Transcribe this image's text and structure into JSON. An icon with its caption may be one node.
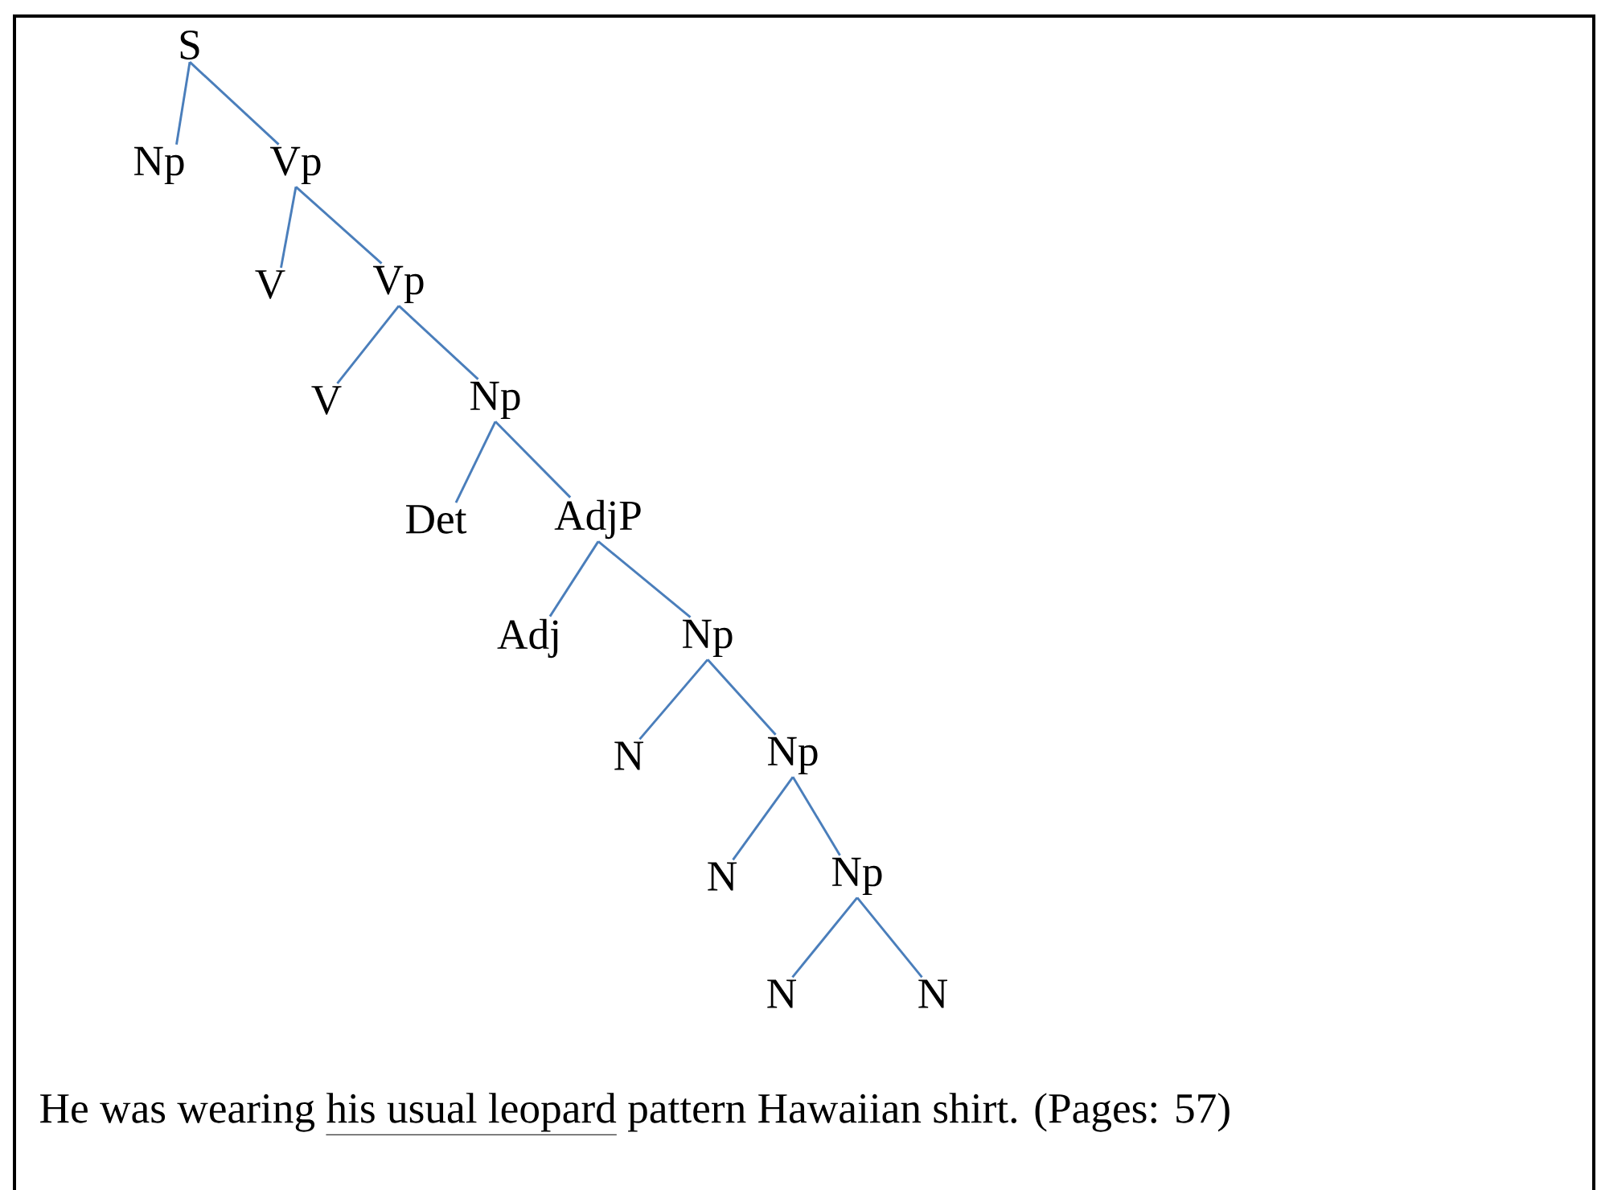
{
  "diagram": {
    "nodes": [
      {
        "text": [
          "S"
        ]
      },
      {
        "text": [
          "Np"
        ]
      },
      {
        "text": [
          "Vp"
        ]
      },
      {
        "text": [
          "V"
        ]
      },
      {
        "text": [
          "Vp"
        ]
      },
      {
        "text": [
          "V"
        ]
      },
      {
        "text": [
          "Np"
        ]
      },
      {
        "text": [
          "Det"
        ]
      },
      {
        "text": [
          "AdjP"
        ]
      },
      {
        "text": [
          "Adj"
        ]
      },
      {
        "text": [
          "Np"
        ]
      },
      {
        "text": [
          "N"
        ]
      },
      {
        "text": [
          "Np"
        ]
      },
      {
        "text": [
          "N"
        ]
      },
      {
        "text": [
          "Np"
        ]
      },
      {
        "text": [
          "N"
        ]
      },
      {
        "text": [
          "N"
        ]
      }
    ],
    "edges": [
      {
        "from": 0,
        "to": 1,
        "arrow": "none"
      },
      {
        "from": 0,
        "to": 2,
        "arrow": "none"
      },
      {
        "from": 2,
        "to": 3,
        "arrow": "none"
      },
      {
        "from": 2,
        "to": 4,
        "arrow": "none"
      },
      {
        "from": 4,
        "to": 5,
        "arrow": "none"
      },
      {
        "from": 4,
        "to": 6,
        "arrow": "none"
      },
      {
        "from": 6,
        "to": 7,
        "arrow": "none"
      },
      {
        "from": 6,
        "to": 8,
        "arrow": "none"
      },
      {
        "from": 8,
        "to": 9,
        "arrow": "none"
      },
      {
        "from": 8,
        "to": 10,
        "arrow": "none"
      },
      {
        "from": 10,
        "to": 11,
        "arrow": "none"
      },
      {
        "from": 10,
        "to": 12,
        "arrow": "none"
      },
      {
        "from": 12,
        "to": 13,
        "arrow": "none"
      },
      {
        "from": 12,
        "to": 14,
        "arrow": "none"
      },
      {
        "from": 14,
        "to": 15,
        "arrow": "none"
      },
      {
        "from": 14,
        "to": 16,
        "arrow": "none"
      }
    ],
    "labels": [
      "He was wearing",
      "his usual leopard",
      "pattern Hawaiian shirt. (Pages: 57)"
    ]
  }
}
